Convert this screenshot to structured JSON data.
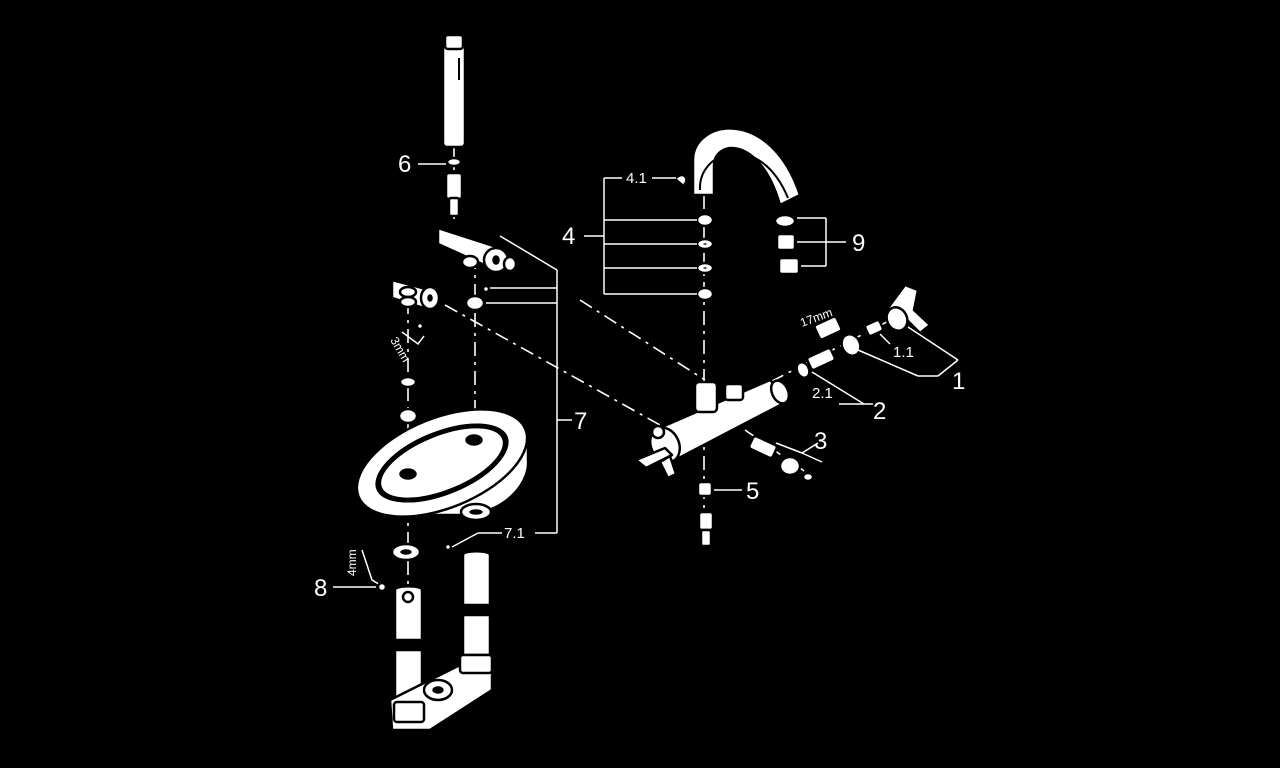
{
  "callouts": {
    "c1": "1",
    "c1_1": "1.1",
    "c2": "2",
    "c2_1": "2.1",
    "c3": "3",
    "c4": "4",
    "c4_1": "4.1",
    "c5": "5",
    "c6": "6",
    "c7": "7",
    "c7_1": "7.1",
    "c8": "8",
    "c9": "9"
  },
  "tool_sizes": {
    "hex_key_small": "3mm",
    "hex_key_large": "4mm",
    "spanner": "17mm"
  },
  "colors": {
    "background": "#000000",
    "line": "#ffffff"
  }
}
